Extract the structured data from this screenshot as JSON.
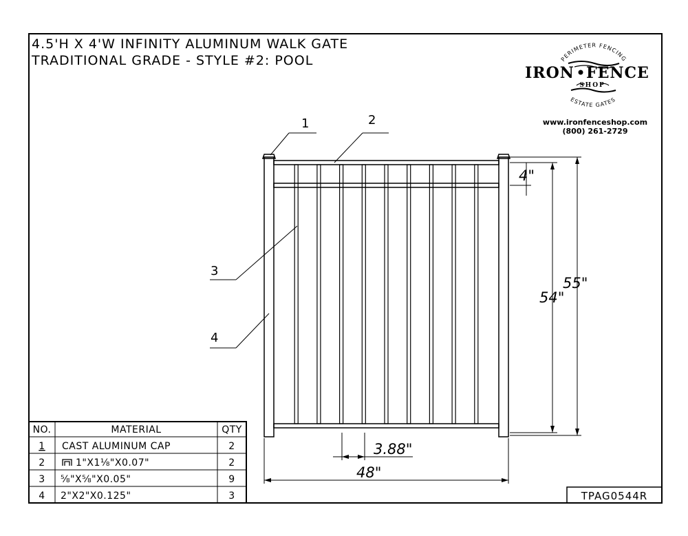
{
  "title": {
    "line1": "4.5'H X 4'W INFINITY ALUMINUM WALK GATE",
    "line2": "TRADITIONAL GRADE - STYLE #2: POOL"
  },
  "logo": {
    "top_arc": "PERIMETER FENCING",
    "name_left": "IRON",
    "name_right": "FENCE",
    "sub": "SHOP",
    "bottom_arc": "ESTATE GATES",
    "website": "www.ironfenceshop.com",
    "phone": "(800) 261-2729"
  },
  "callouts": [
    "1",
    "2",
    "3",
    "4"
  ],
  "dimensions": {
    "top_rail_gap": "4\"",
    "picket_height": "54\"",
    "overall_height": "55\"",
    "picket_spacing": "3.88\"",
    "overall_width": "48\""
  },
  "material_table": {
    "headers": {
      "no": "NO.",
      "material": "MATERIAL",
      "qty": "QTY"
    },
    "rows": [
      {
        "no": "1",
        "material": "CAST ALUMINUM CAP",
        "qty": "2"
      },
      {
        "no": "2",
        "material": "1\"X1⅛\"X0.07\"",
        "qty": "2",
        "icon": "channel-icon"
      },
      {
        "no": "3",
        "material": "⅝\"X⅝\"X0.05\"",
        "qty": "9"
      },
      {
        "no": "4",
        "material": "2\"X2\"X0.125\"",
        "qty": "3"
      }
    ]
  },
  "part_number": "TPAG0544R",
  "picket_count": 9
}
